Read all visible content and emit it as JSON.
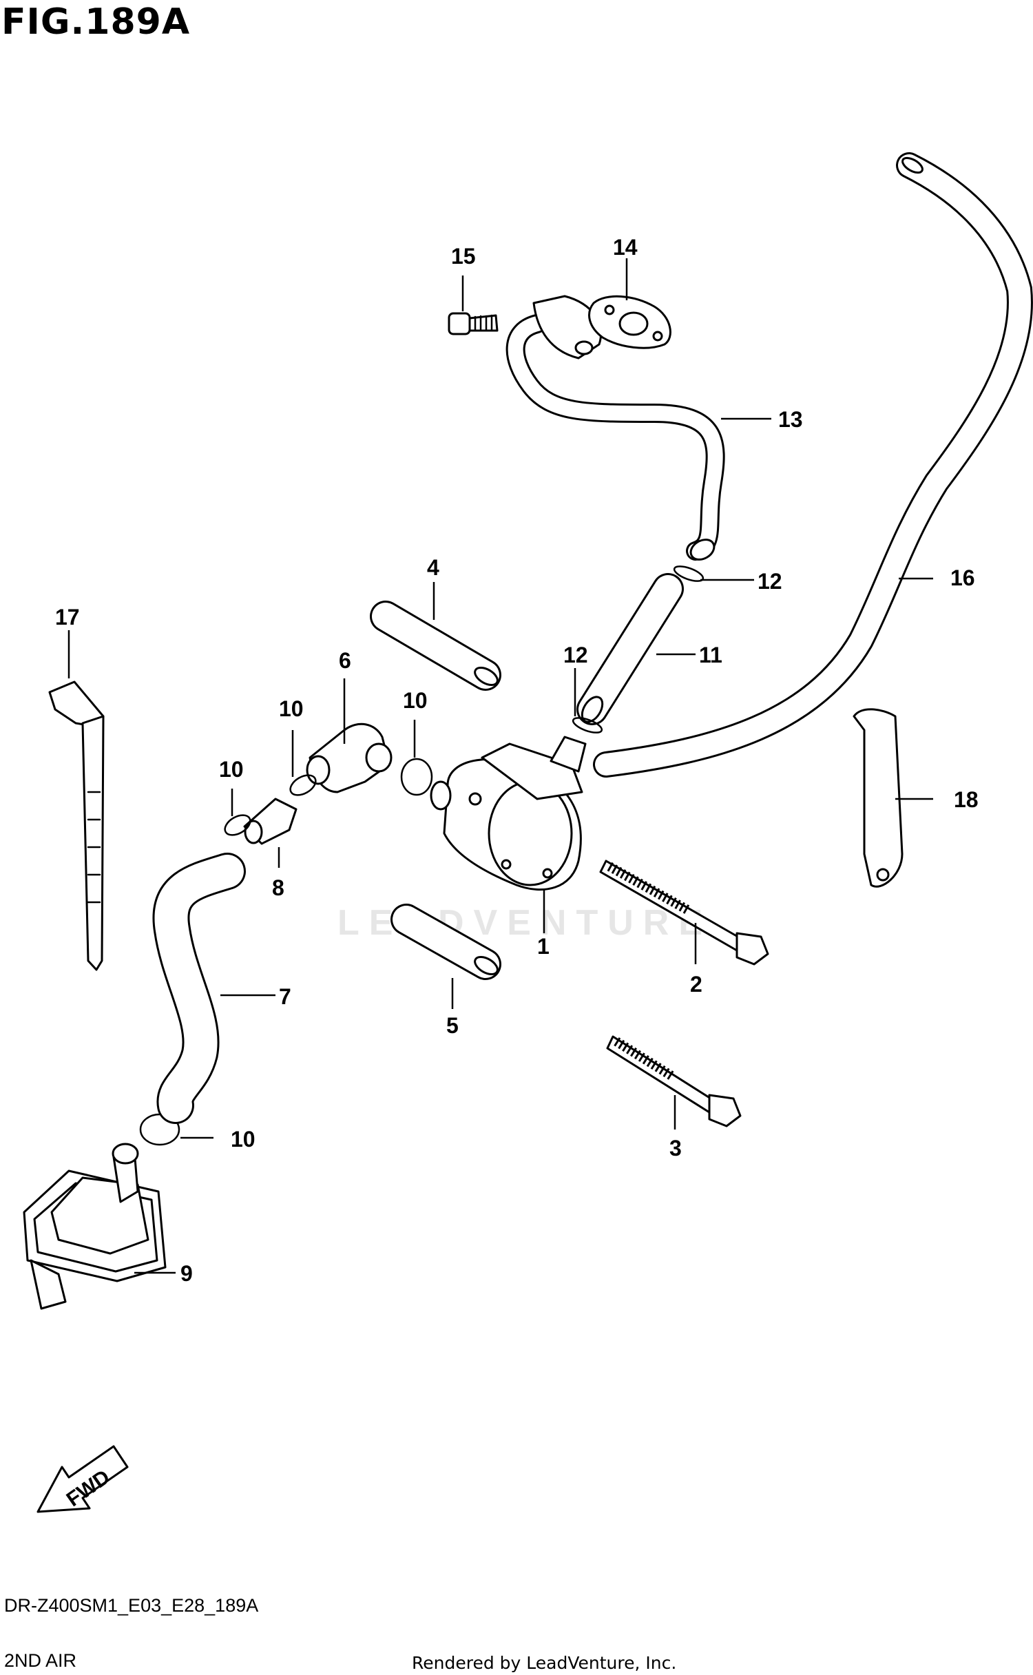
{
  "figure": {
    "title": "FIG.189A"
  },
  "watermark": "LEADVENTURE",
  "callouts": {
    "c1": "1",
    "c2": "2",
    "c3": "3",
    "c4": "4",
    "c5": "5",
    "c6": "6",
    "c7": "7",
    "c8": "8",
    "c9": "9",
    "c10a": "10",
    "c10b": "10",
    "c10c": "10",
    "c10d": "10",
    "c11": "11",
    "c12a": "12",
    "c12b": "12",
    "c13": "13",
    "c14": "14",
    "c15": "15",
    "c16": "16",
    "c17": "17",
    "c18": "18"
  },
  "fwd_label": "FWD",
  "footer": {
    "model_code": "DR-Z400SM1_E03_E28_189A",
    "section_name": "2ND AIR",
    "credit": "Rendered by LeadVenture, Inc."
  }
}
